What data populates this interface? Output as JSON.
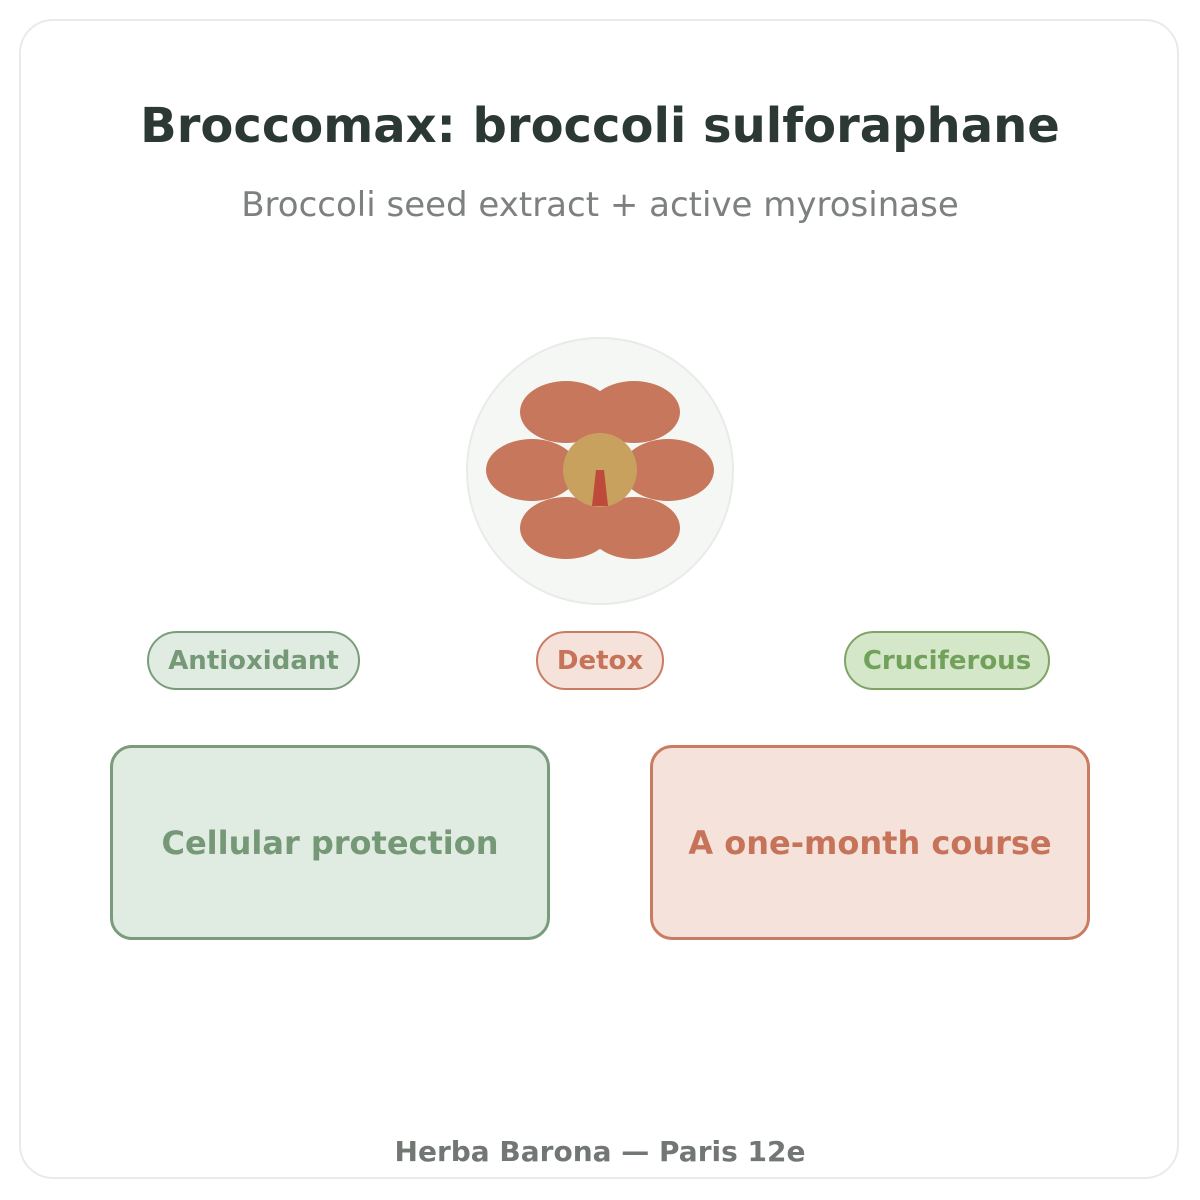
{
  "header": {
    "title": "Broccomax: broccoli sulforaphane",
    "subtitle": "Broccoli seed extract + active myrosinase"
  },
  "illustration": {
    "icon": "broccoli-icon",
    "colors": {
      "background": "#f5f7f4",
      "florets": "#c7775c",
      "center": "#c8a15f",
      "stem": "#bd4a3a"
    }
  },
  "tags": [
    {
      "label": "Antioxidant",
      "color": "#759876"
    },
    {
      "label": "Detox",
      "color": "#c6735a"
    },
    {
      "label": "Cruciferous",
      "color": "#72a15b"
    }
  ],
  "panels": [
    {
      "label": "Cellular protection",
      "color": "#759876"
    },
    {
      "label": "A one-month course",
      "color": "#c6735a"
    }
  ],
  "footer": {
    "text": "Herba Barona — Paris 12e"
  }
}
